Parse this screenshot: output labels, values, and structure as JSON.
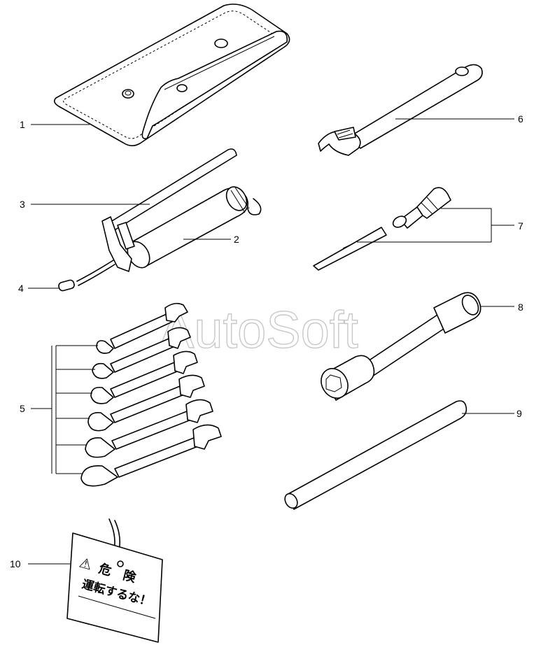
{
  "callouts": [
    "1",
    "2",
    "3",
    "4",
    "5",
    "6",
    "7",
    "8",
    "9",
    "10"
  ],
  "watermark": "AutoSoft",
  "tag": {
    "warning_symbol": "⚠",
    "line1": "危　険",
    "line2": "運転するな！"
  },
  "icons": {
    "tool_bag": "tool-bag-icon",
    "grease_gun": "grease-gun-icon",
    "wrench": "adjustable-wrench-icon",
    "screwdriver": "screwdriver-icon",
    "box_wrench": "box-wrench-icon",
    "bar": "tommy-bar-icon",
    "spanners": "spanner-set-icon",
    "tag": "warning-tag-icon"
  }
}
